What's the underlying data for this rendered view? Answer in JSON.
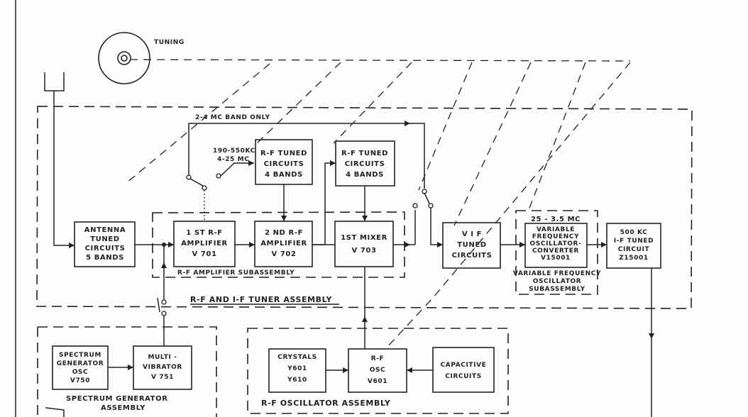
{
  "tuning_label": "TUNING",
  "band_only_label": "2-4 MC BAND ONLY",
  "rf_switch_bands": [
    "190-550KC",
    "4-25 MC"
  ],
  "blocks": {
    "antenna": [
      "ANTENNA",
      "TUNED",
      "CIRCUITS",
      "5 BANDS"
    ],
    "rf_amp1": [
      "1 ST R-F",
      "AMPLIFIER",
      "V 701"
    ],
    "rf_amp2": [
      "2 ND R-F",
      "AMPLIFIER",
      "V 702"
    ],
    "mixer": [
      "1ST MIXER",
      "V 703"
    ],
    "rf_tuned_a": [
      "R-F TUNED",
      "CIRCUITS",
      "4 BANDS"
    ],
    "rf_tuned_b": [
      "R-F TUNED",
      "CIRCUITS",
      "4 BANDS"
    ],
    "vif": [
      "V I F",
      "TUNED",
      "CIRCUITS"
    ],
    "vfo": [
      "VARIABLE",
      "FREQUENCY",
      "OSCILLATOR-",
      "CONVERTER",
      "V15001"
    ],
    "if500": [
      "500 KC",
      "I-F TUNED",
      "CIRCUIT",
      "Z15001"
    ],
    "spectrum_osc": [
      "SPECTRUM",
      "GENERATOR",
      "OSC",
      "V750"
    ],
    "multivibrator": [
      "MULTI -",
      "VIBRATOR",
      "V 751"
    ],
    "crystals": [
      "CRYSTALS",
      "Y601",
      "Y610"
    ],
    "rf_osc": [
      "R-F",
      "OSC",
      "V601"
    ],
    "capacitive": [
      "CAPACITIVE",
      "CIRCUITS"
    ]
  },
  "assemblies": {
    "rf_amp_sub": "R-F AMPLIFIER SUBASSEMBLY",
    "vfo_band": "25 - 3.5 MC",
    "vfo_sub": [
      "VARIABLE FREQUENCY",
      "OSCILLATOR",
      "SUBASSEMBLY"
    ],
    "tuner": "R-F AND I-F TUNER ASSEMBLY",
    "spectrum": [
      "SPECTRUM   GENERATOR",
      "ASSEMBLY"
    ],
    "rf_osc": "R-F  OSCILLATOR  ASSEMBLY"
  }
}
